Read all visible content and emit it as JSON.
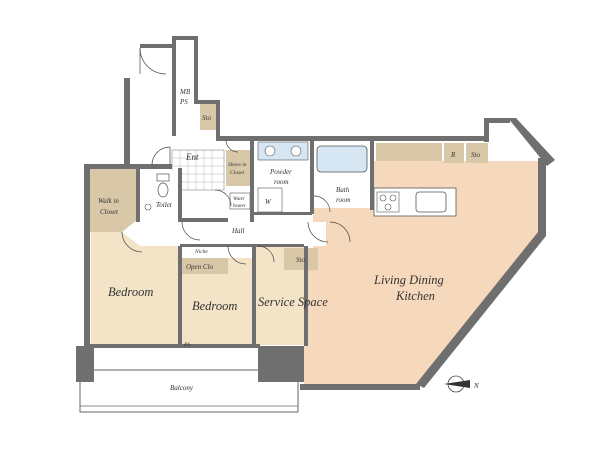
{
  "labels": {
    "mb": "MB",
    "ps": "PS",
    "sto_top": "Sto",
    "ent": "Ent",
    "shoes_in": "Shoes in",
    "closet": "Closet",
    "powder": "Powder",
    "room": "room",
    "bath": "Bath",
    "bath_room": "room",
    "r": "R",
    "sto_kitchen": "Sto",
    "walk_in": "Walk in",
    "walk_closet": "Closet",
    "toilet": "Toilet",
    "water": "Water",
    "heater": "heater",
    "w": "W",
    "hall": "Hall",
    "niche": "Niche",
    "open_clo": "Open Clo",
    "sto_service": "Sto",
    "bedroom1": "Bedroom",
    "bedroom2": "Bedroom",
    "service_space": "Service Space",
    "ldk_line1": "Living Dining",
    "ldk_line2": "Kitchen",
    "ps_small": "PS",
    "balcony": "Balcony",
    "north": "N"
  },
  "colors": {
    "wall": "#6f6f6f",
    "floor_cream": "#f3e4c8",
    "floor_peach": "#f6d8bd",
    "bath": "#d6e6f3",
    "storage": "#d8c8a8"
  }
}
